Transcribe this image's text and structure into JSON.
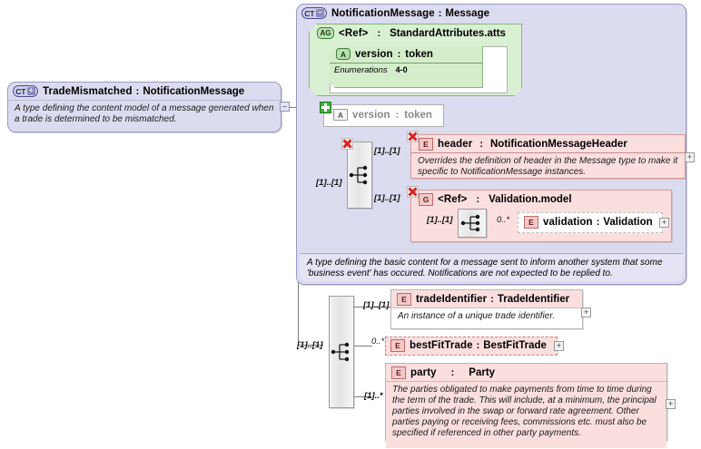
{
  "diagram": {
    "kind": "xml-schema-diagram",
    "colors": {
      "complex_type_fill": "#dcdcf0",
      "complex_type_border": "#9a9ac4",
      "attribute_group_fill": "#d9f0d2",
      "attribute_group_border": "#86b57e",
      "element_fill": "#fbdede",
      "element_border": "#d89a9a",
      "compositor_fill": "#e8e8e8",
      "connector": "#7a7a7a"
    }
  },
  "root_type": {
    "icon": "complex-type-expand-icon",
    "icon_label": "CT",
    "icon_state": "+",
    "name": "TradeMismatched",
    "separator": ":",
    "type": "NotificationMessage",
    "annotation": "A type defining the content model of a message generated when a trade is determined to be mismatched.",
    "collapse_toggle": "–"
  },
  "base_type": {
    "icon": "complex-type-collapse-icon",
    "icon_label": "CT",
    "icon_state": "–",
    "name": "NotificationMessage",
    "separator": ":",
    "type": "Message",
    "annotation": "A type defining the basic content for a message sent to inform another system that some 'business event' has occured. Notifications are not expected to be replied to."
  },
  "attribute_group": {
    "icon": "attribute-group-icon",
    "icon_label": "AG",
    "name": "<Ref>",
    "separator": ":",
    "type": "StandardAttributes.atts",
    "attribute": {
      "icon": "attribute-icon",
      "icon_label": "A",
      "name": "version",
      "separator": ":",
      "type": "token",
      "facet_label": "Enumerations",
      "facet_value": "4-0"
    }
  },
  "version_attribute": {
    "icon": "attribute-icon",
    "icon_label": "A",
    "badge": "plus-badge-icon",
    "name": "version",
    "separator": ":",
    "type": "token"
  },
  "base_sequence": {
    "icon": "sequence-compositor-icon",
    "badge": "required-marker-icon",
    "cardinality": "[1]..[1]"
  },
  "base_children": [
    {
      "icon": "element-icon",
      "icon_label": "E",
      "badge": "required-marker-icon",
      "name": "header",
      "separator": ":",
      "type": "NotificationMessageHeader",
      "cardinality": "[1]..[1]",
      "annotation": "Overrides the definition of header in the Message type to make it specific to NotificationMessage instances.",
      "expander": "+"
    },
    {
      "icon": "group-icon",
      "icon_label": "G",
      "badge": "required-marker-icon",
      "name": "<Ref>",
      "separator": ":",
      "type": "Validation.model",
      "cardinality": "[1]..[1]",
      "inner_sequence": {
        "icon": "sequence-compositor-icon",
        "cardinality": "[1]..[1]"
      },
      "inner_element": {
        "icon": "element-icon",
        "icon_label": "E",
        "name": "validation",
        "separator": ":",
        "type": "Validation",
        "cardinality": "0..*",
        "expander": "+",
        "optional": true
      }
    }
  ],
  "extension_sequence": {
    "icon": "sequence-compositor-icon",
    "cardinality": "[1]..[1]"
  },
  "extension_children": [
    {
      "icon": "element-icon",
      "icon_label": "E",
      "name": "tradeIdentifier",
      "separator": ":",
      "type": "TradeIdentifier",
      "cardinality": "[1]..[1]",
      "annotation": "An instance of a unique trade identifier.",
      "expander": "+"
    },
    {
      "icon": "element-icon",
      "icon_label": "E",
      "name": "bestFitTrade",
      "separator": ":",
      "type": "BestFitTrade",
      "cardinality": "0..*",
      "annotation": "",
      "expander": "+",
      "optional": true
    },
    {
      "icon": "element-icon",
      "icon_label": "E",
      "name": "party",
      "separator": ":",
      "type": "Party",
      "cardinality": "[1]..*",
      "annotation": "The parties obligated to make payments from time to time during the term of the trade. This will include, at a minimum, the principal parties involved in the swap or forward rate agreement. Other parties paying or receiving fees, commissions etc. must also be specified if referenced in other party payments.",
      "expander": "+"
    }
  ]
}
